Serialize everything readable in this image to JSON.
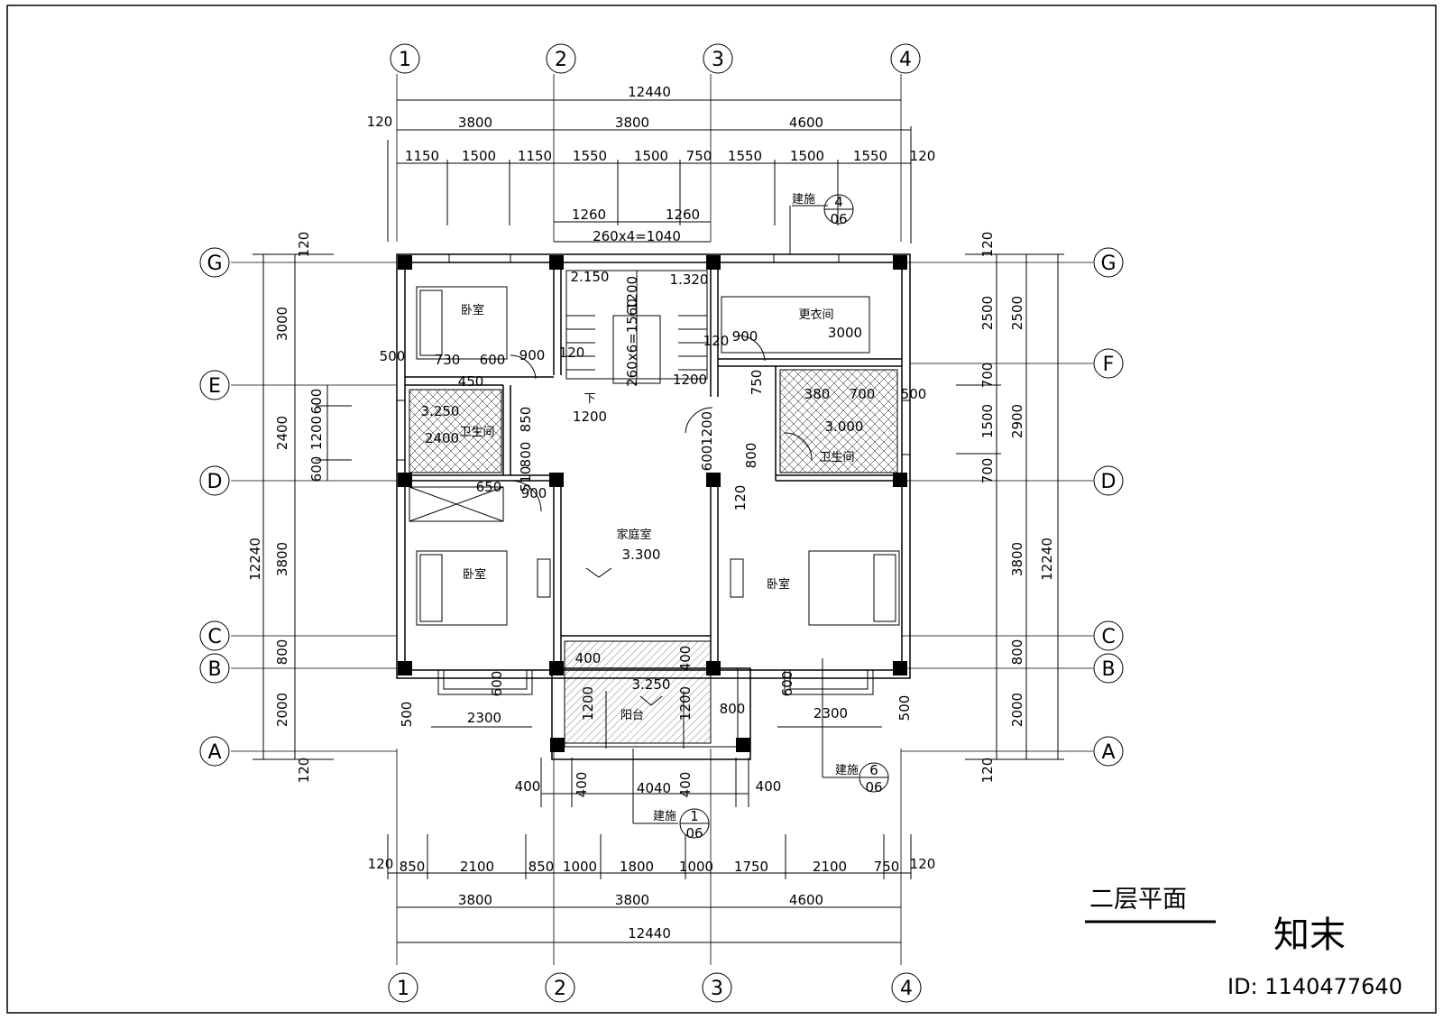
{
  "drawing_title": "二层平面",
  "brand": "知末",
  "id_label": "ID: 1140477640",
  "axes": {
    "vertical": [
      "1",
      "2",
      "3",
      "4"
    ],
    "horizontal": [
      "G",
      "F",
      "E",
      "D",
      "C",
      "B",
      "A"
    ]
  },
  "dims_top": {
    "overall": "12440",
    "wall": "120",
    "bays": [
      "3800",
      "3800",
      "4600"
    ],
    "details": [
      "1150",
      "1500",
      "1150",
      "1550",
      "1500",
      "750",
      "1550",
      "1500",
      "1550"
    ],
    "wall_right": "120",
    "stair_top": [
      "1260",
      "1260"
    ],
    "stair_run": "260x4=1040"
  },
  "dims_bottom": {
    "overall": "12440",
    "wall_left": "120",
    "wall_right": "120",
    "bays": [
      "3800",
      "3800",
      "4600"
    ],
    "details": [
      "850",
      "2100",
      "850",
      "1000",
      "1800",
      "1000",
      "1750",
      "2100",
      "750"
    ],
    "balcony": [
      "400",
      "400",
      "4040",
      "400",
      "400"
    ]
  },
  "dims_left": {
    "overall": "12240",
    "segments": [
      "3000",
      "2400",
      "3800",
      "800",
      "2000"
    ],
    "wall_top": "120",
    "wall_bottom": "120",
    "inner": [
      "600",
      "1200",
      "600"
    ],
    "offset": "500"
  },
  "dims_right": {
    "overall": "12240",
    "segments_outer": [
      "2500",
      "2900",
      "3800",
      "800",
      "2000"
    ],
    "segments_inner": [
      "2500",
      "700",
      "1500",
      "700"
    ],
    "wall_top": "120",
    "wall_bottom": "120",
    "offset": "500"
  },
  "rooms": {
    "bedroom": "卧室",
    "bathroom": "卫生间",
    "family_room": "家庭室",
    "closet": "更衣间",
    "balcony": "阳台",
    "down": "下"
  },
  "levels": {
    "l_2150": "2.150",
    "l_1320": "1.320",
    "l_3250a": "3.250",
    "l_3300": "3.300",
    "l_3000": "3.000",
    "l_3250b": "3.250"
  },
  "inner_dims": {
    "d500a": "500",
    "d730": "730",
    "d600a": "600",
    "d900a": "900",
    "d120a": "120",
    "d450": "450",
    "d2400": "2400",
    "d850": "850",
    "d800a": "800",
    "d510": "510",
    "d650": "650",
    "d900b": "900",
    "d1200a": "1200",
    "d1200b": "1200",
    "stair_v": "260x6=1560",
    "d1200c": "1200",
    "d120b": "120",
    "d900c": "900",
    "d3000": "3000",
    "d750": "750",
    "d380": "380",
    "d700": "700",
    "d500b": "500",
    "d1200d": "1200",
    "d600b": "600",
    "d800b": "800",
    "d120c": "120",
    "d2300a": "2300",
    "d2300b": "2300",
    "d600c": "600",
    "d600d": "600",
    "d1200e": "1200",
    "d1200f": "1200",
    "d400a": "400",
    "d400b": "400",
    "d800c": "800",
    "d500c": "500",
    "d500d": "500"
  },
  "callouts": [
    {
      "label": "建施",
      "num": "4",
      "sheet": "06"
    },
    {
      "label": "建施",
      "num": "6",
      "sheet": "06"
    },
    {
      "label": "建施",
      "num": "1",
      "sheet": "06"
    }
  ]
}
